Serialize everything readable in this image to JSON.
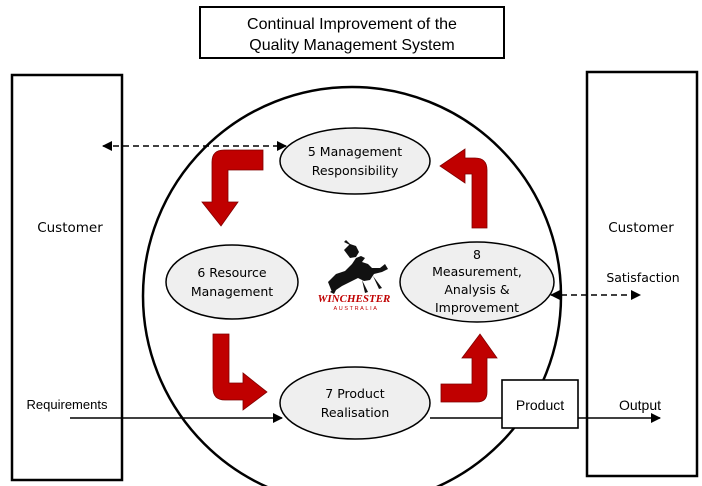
{
  "title": {
    "line1": "Continual Improvement of the",
    "line2": "Quality Management System"
  },
  "left_box": {
    "label": "Customer"
  },
  "right_box": {
    "label": "Customer",
    "sub_label": "Satisfaction"
  },
  "nodes": {
    "management": {
      "line1": "5 Management",
      "line2": "Responsibility"
    },
    "resource": {
      "line1": "6 Resource",
      "line2": "Management"
    },
    "product": {
      "line1": "7 Product",
      "line2": "Realisation"
    },
    "measurement": {
      "line1": "8",
      "line2": "Measurement,",
      "line3": "Analysis &",
      "line4": "Improvement"
    }
  },
  "flow_labels": {
    "requirements": "Requirements",
    "output": "Output",
    "product_box": "Product"
  },
  "logo": {
    "name": "WINCHESTER",
    "sub": "AUSTRALIA"
  },
  "colors": {
    "cycle_arrow": "#c00000",
    "node_fill": "#efefef",
    "line": "#000000"
  }
}
